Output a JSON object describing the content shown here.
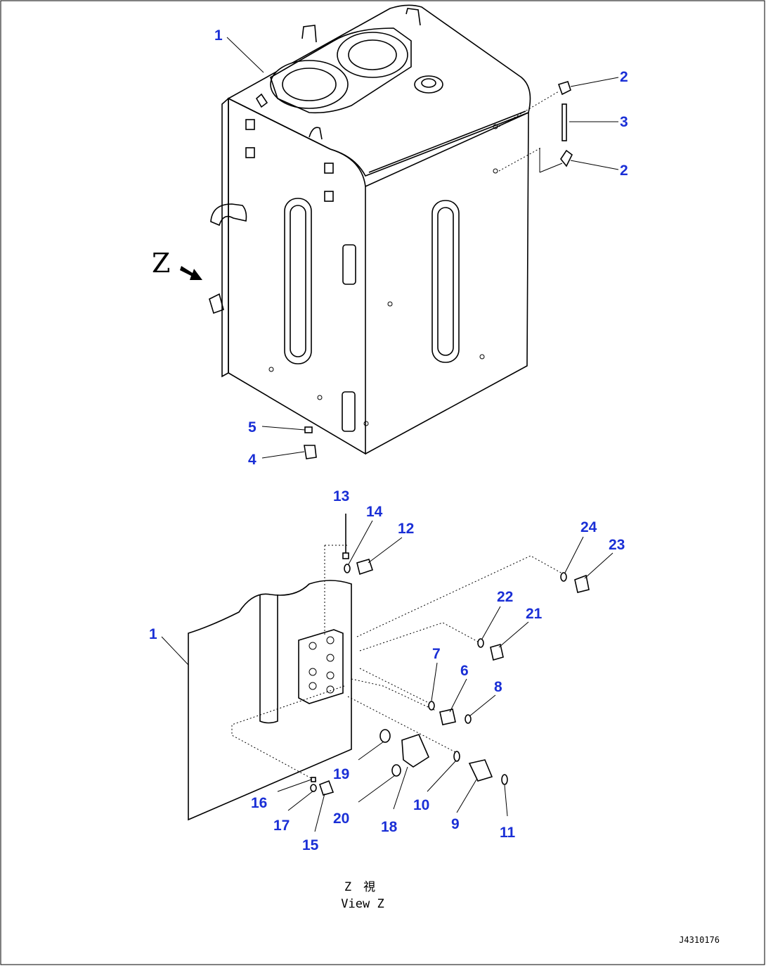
{
  "view_letter": "Z",
  "view_caption_jp": "Z　視",
  "view_caption_en": "View Z",
  "drawing_code": "J4310176",
  "callouts": {
    "c1_top": "1",
    "c2_a": "2",
    "c3": "3",
    "c2_b": "2",
    "c5": "5",
    "c4": "4",
    "c13": "13",
    "c14": "14",
    "c12": "12",
    "c24": "24",
    "c23": "23",
    "c22": "22",
    "c21": "21",
    "c7": "7",
    "c6": "6",
    "c8": "8",
    "c1_bottom": "1",
    "c19": "19",
    "c10": "10",
    "c16": "16",
    "c20": "20",
    "c18": "18",
    "c9": "9",
    "c11": "11",
    "c17": "17",
    "c15": "15"
  }
}
